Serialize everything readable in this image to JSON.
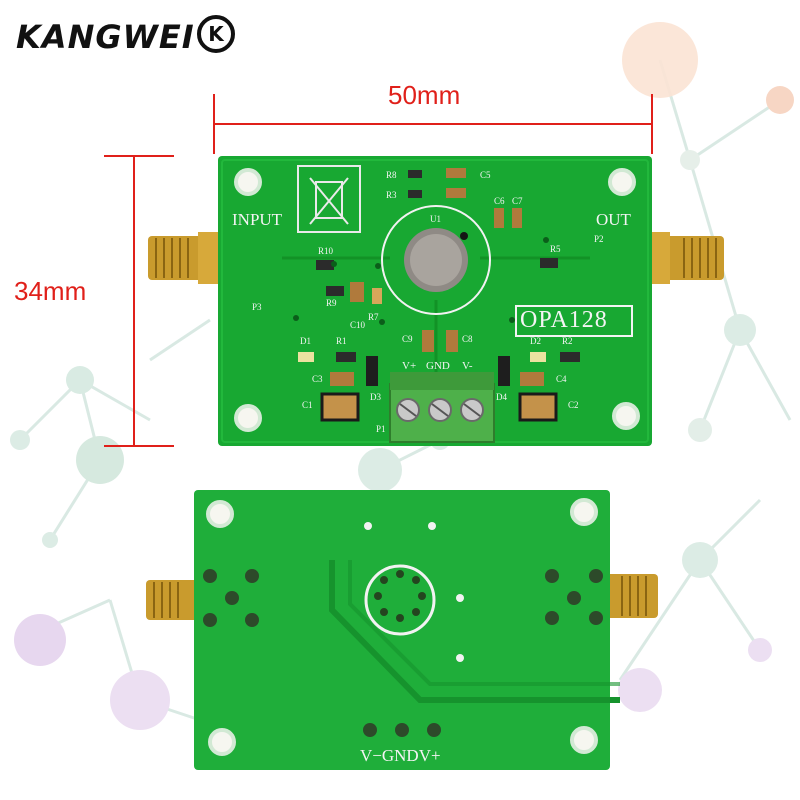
{
  "brand": {
    "name": "KANGWEI",
    "badge_text": "K"
  },
  "dimensions": {
    "width_label": "50mm",
    "height_label": "34mm"
  },
  "board_front": {
    "title": "OPA128",
    "input_label": "INPUT",
    "output_label": "OUT",
    "power_labels": [
      "V+",
      "GND",
      "V-"
    ],
    "component_labels": [
      "R8",
      "R3",
      "C5",
      "C6",
      "C7",
      "U1",
      "R10",
      "R9",
      "C10",
      "R7",
      "R5",
      "P2",
      "P3",
      "C9",
      "C8",
      "D1",
      "R1",
      "D2",
      "R2",
      "C3",
      "C4",
      "C1",
      "C2",
      "D3",
      "D4",
      "P1"
    ],
    "pcb_color": "#18a832"
  },
  "board_back": {
    "power_label": "V−GNDV+",
    "pcb_color": "#1fae3a"
  }
}
